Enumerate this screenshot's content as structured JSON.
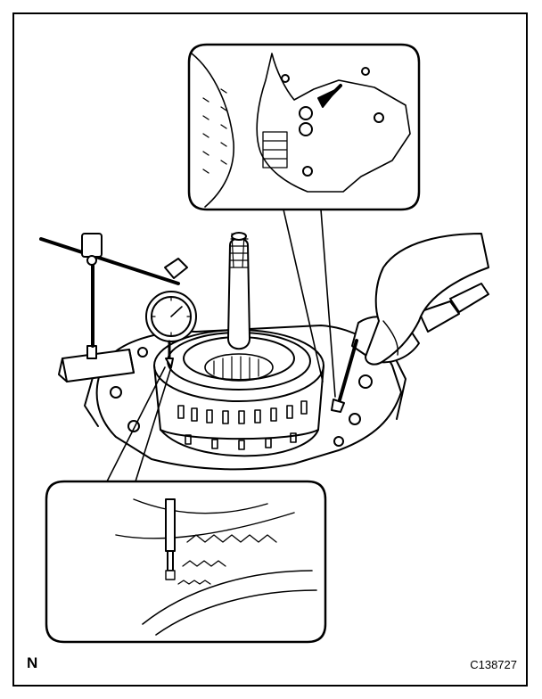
{
  "figure": {
    "view_label": "N",
    "figure_code": "C138727"
  },
  "illustration": {
    "subject": "dial-indicator-measuring-transmission-clutch-piston",
    "icons": [
      "dial-indicator-icon",
      "magnetic-base-icon",
      "air-gun-icon",
      "arrow-icon"
    ]
  }
}
